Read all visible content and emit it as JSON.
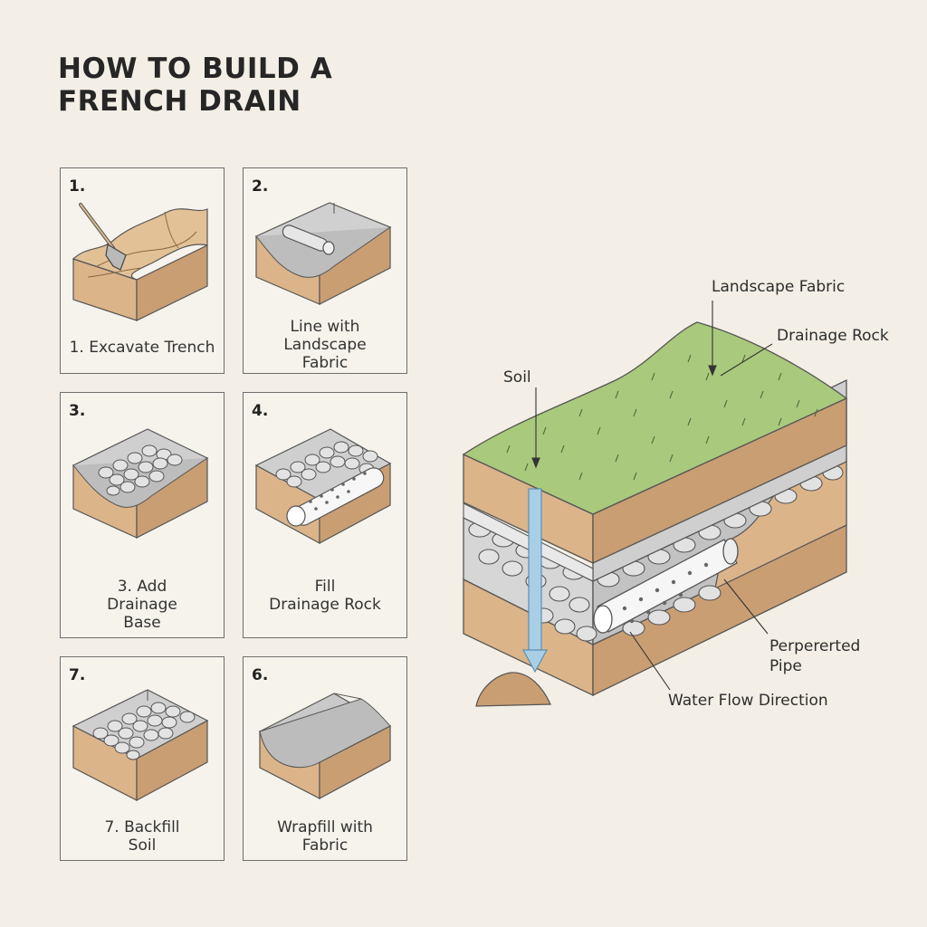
{
  "title": {
    "line1": "HOW TO BUILD A",
    "line2": "FRENCH DRAIN"
  },
  "steps": [
    {
      "number": "1.",
      "caption_lines": [
        "1. Excavate Trench"
      ]
    },
    {
      "number": "2.",
      "caption_lines": [
        "Line with",
        "Landscape",
        "Fabric"
      ]
    },
    {
      "number": "3.",
      "caption_lines": [
        "3. Add",
        "Drainage",
        "Base"
      ]
    },
    {
      "number": "4.",
      "caption_lines": [
        "Fill",
        "Drainage Rock"
      ]
    },
    {
      "number": "7.",
      "caption_lines": [
        "7. Backfill",
        "Soil"
      ]
    },
    {
      "number": "6.",
      "caption_lines": [
        "Wrapfill with",
        "Fabric"
      ]
    }
  ],
  "cross_section": {
    "labels": {
      "landscape_fabric": "Landscape Fabric",
      "drainage_rock": "Drainage Rock",
      "soil": "Soil",
      "perforated_pipe_line1": "Perpererted",
      "perforated_pipe_line2": "Pipe",
      "water_flow": "Water Flow Direction"
    }
  },
  "colors": {
    "soil": "#dcb48a",
    "soil_dark": "#c79a6c",
    "fabric": "#cfcfcf",
    "grass": "#a9c97c",
    "water_arrow": "#a8cfe6",
    "rock": "#d8d8d8"
  }
}
